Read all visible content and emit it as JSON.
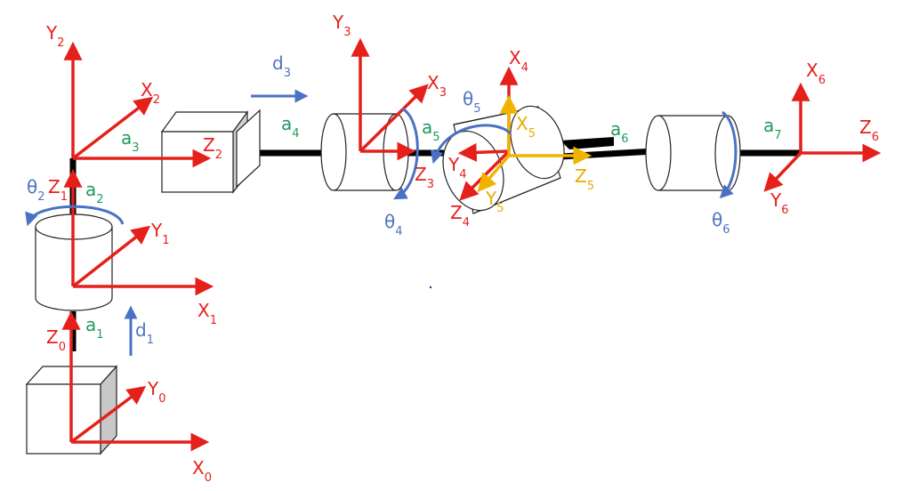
{
  "colors": {
    "axis": "#e5201b",
    "axis_wrist": "#f0b400",
    "link_length": "#1f9a5b",
    "joint_motion": "#4a72c4",
    "link": "#000000"
  },
  "frames": {
    "f0": {
      "X": {
        "main": "X",
        "sub": "0"
      },
      "Y": {
        "main": "Y",
        "sub": "0"
      },
      "Z": {
        "main": "Z",
        "sub": "0"
      }
    },
    "f1": {
      "X": {
        "main": "X",
        "sub": "1"
      },
      "Y": {
        "main": "Y",
        "sub": "1"
      },
      "Z": {
        "main": "Z",
        "sub": "1"
      }
    },
    "f2": {
      "X": {
        "main": "X",
        "sub": "2"
      },
      "Y": {
        "main": "Y",
        "sub": "2"
      },
      "Z": {
        "main": "Z",
        "sub": "2"
      }
    },
    "f3": {
      "X": {
        "main": "X",
        "sub": "3"
      },
      "Y": {
        "main": "Y",
        "sub": "3"
      },
      "Z": {
        "main": "Z",
        "sub": "3"
      }
    },
    "f4": {
      "X": {
        "main": "X",
        "sub": "4"
      },
      "Y": {
        "main": "Y",
        "sub": "4"
      },
      "Z": {
        "main": "Z",
        "sub": "4"
      }
    },
    "f5": {
      "X": {
        "main": "X",
        "sub": "5"
      },
      "Y": {
        "main": "Y",
        "sub": "5"
      },
      "Z": {
        "main": "Z",
        "sub": "5"
      }
    },
    "f6": {
      "X": {
        "main": "X",
        "sub": "6"
      },
      "Y": {
        "main": "Y",
        "sub": "6"
      },
      "Z": {
        "main": "Z",
        "sub": "6"
      }
    }
  },
  "links": {
    "a1": {
      "main": "a",
      "sub": "1"
    },
    "a2": {
      "main": "a",
      "sub": "2"
    },
    "a3": {
      "main": "a",
      "sub": "3"
    },
    "a4": {
      "main": "a",
      "sub": "4"
    },
    "a5": {
      "main": "a",
      "sub": "5"
    },
    "a6": {
      "main": "a",
      "sub": "6"
    },
    "a7": {
      "main": "a",
      "sub": "7"
    }
  },
  "joints": {
    "d1": {
      "main": "d",
      "sub": "1"
    },
    "d3": {
      "main": "d",
      "sub": "3"
    },
    "theta2": {
      "main": "θ",
      "sub": "2"
    },
    "theta4": {
      "main": "θ",
      "sub": "4"
    },
    "theta5": {
      "main": "θ",
      "sub": "5"
    },
    "theta6": {
      "main": "θ",
      "sub": "6"
    }
  }
}
